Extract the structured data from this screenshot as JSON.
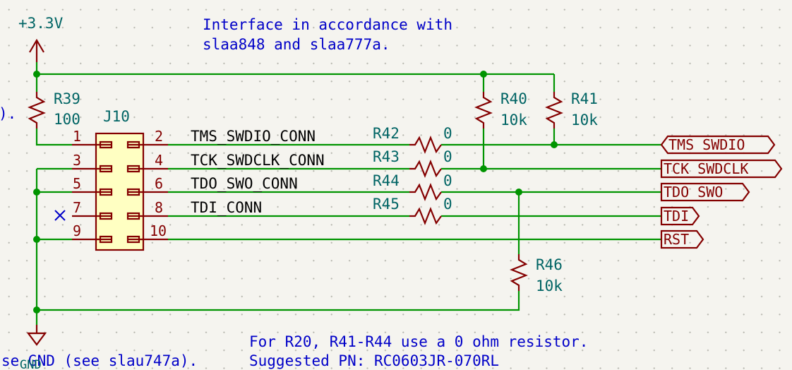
{
  "schematic": {
    "power": {
      "vcc": "+3.3V",
      "gnd": "GND"
    },
    "notes": {
      "top_line1": "Interface in accordance with",
      "top_line2": "slaa848 and slaa777a.",
      "left_fragment_top": ").",
      "left_fragment_bottom": "se GND (see slau747a).",
      "bottom_line1": "For R20, R41-R44 use a 0 ohm resistor.",
      "bottom_line2": "Suggested PN: RC0603JR-070RL"
    },
    "connector": {
      "ref": "J10",
      "pins_left": [
        "1",
        "3",
        "5",
        "7",
        "9"
      ],
      "pins_right": [
        "2",
        "4",
        "6",
        "8",
        "10"
      ]
    },
    "nets": [
      "TMS_SWDIO_CONN",
      "TCK_SWDCLK_CONN",
      "TDO_SWO_CONN",
      "TDI_CONN"
    ],
    "resistors": [
      {
        "ref": "R39",
        "value": "100"
      },
      {
        "ref": "R40",
        "value": "10k"
      },
      {
        "ref": "R41",
        "value": "10k"
      },
      {
        "ref": "R42",
        "value": "0"
      },
      {
        "ref": "R43",
        "value": "0"
      },
      {
        "ref": "R44",
        "value": "0"
      },
      {
        "ref": "R45",
        "value": "0"
      },
      {
        "ref": "R46",
        "value": "10k"
      }
    ],
    "labels": [
      "TMS_SWDIO",
      "TCK_SWDCLK",
      "TDO_SWO",
      "TDI",
      "RST"
    ],
    "colors": {
      "wire": "#009400",
      "component": "#840000",
      "connector_fill": "#ffffc2",
      "reference": "#006464",
      "note": "#0000c8"
    }
  }
}
